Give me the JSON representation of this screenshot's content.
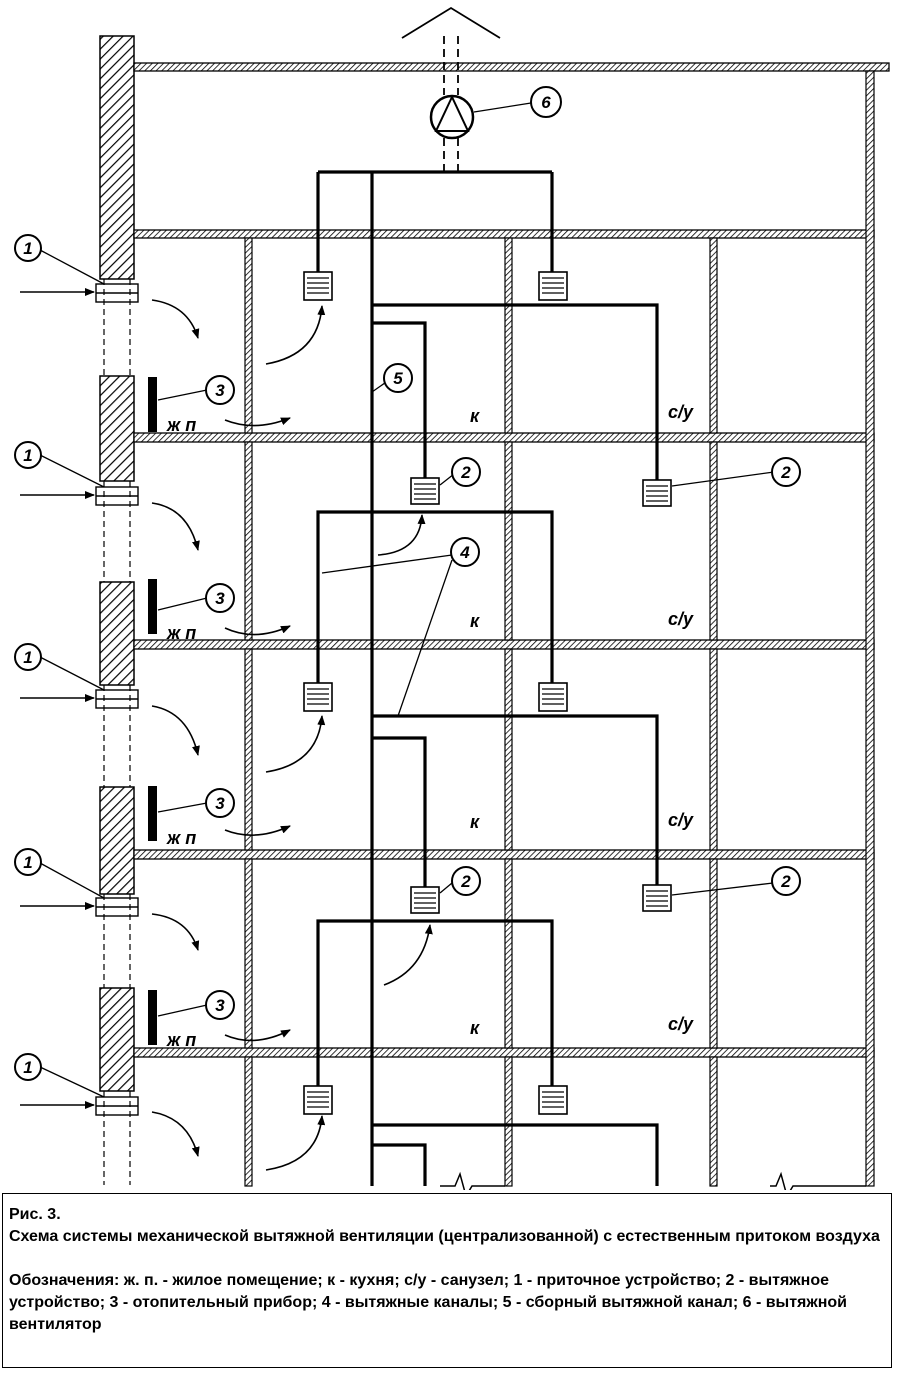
{
  "diagram": {
    "callouts": {
      "inlet": "1",
      "exhaust_device": "2",
      "heater": "3",
      "exhaust_ducts": "4",
      "collector_duct": "5",
      "fan": "6"
    },
    "room_labels": {
      "living": "ж п",
      "kitchen": "к",
      "bathroom": "с/у"
    }
  },
  "caption": {
    "figure_number": "Рис. 3.",
    "title": "Схема системы механической вытяжной вентиляции (централизованной) с естественным притоком воздуха",
    "legend": "Обозначения: ж. п. - жилое помещение; к - кухня; с/у - санузел; 1 - приточное устройство; 2 - вытяжное устройство; 3 - отопительный прибор; 4 - вытяжные каналы; 5 - сборный вытяжной канал; 6 - вытяжной вентилятор"
  }
}
